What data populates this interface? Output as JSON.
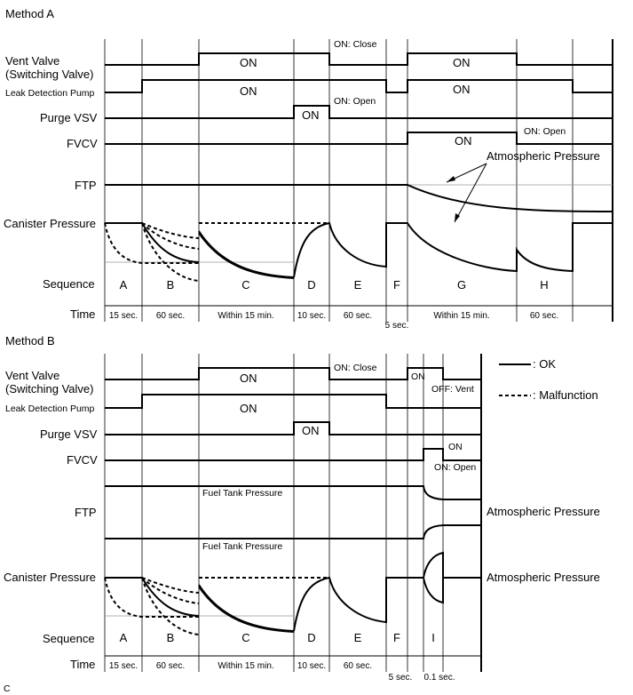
{
  "method_a": {
    "title": "Method A",
    "signals": {
      "vent_valve_1": "Vent Valve",
      "vent_valve_2": "(Switching Valve)",
      "leak_pump": "Leak Detection Pump",
      "purge_vsv": "Purge VSV",
      "fvcv": "FVCV",
      "ftp": "FTP",
      "canister": "Canister Pressure",
      "sequence": "Sequence",
      "time": "Time"
    },
    "annotations": {
      "on": "ON",
      "on_close": "ON: Close",
      "on_open": "ON: Open",
      "on_open_fvcv": "ON: Open",
      "atmospheric": "Atmospheric Pressure"
    },
    "sequence": [
      "A",
      "B",
      "C",
      "D",
      "E",
      "F",
      "G",
      "H"
    ],
    "times": [
      "15 sec.",
      "60 sec.",
      "Within 15 min.",
      "10 sec.",
      "60 sec.",
      "5 sec.",
      "Within 15 min.",
      "60 sec."
    ]
  },
  "method_b": {
    "title": "Method B",
    "signals": {
      "vent_valve_1": "Vent Valve",
      "vent_valve_2": "(Switching Valve)",
      "leak_pump": "Leak Detection Pump",
      "purge_vsv": "Purge VSV",
      "fvcv": "FVCV",
      "ftp": "FTP",
      "canister": "Canister Pressure",
      "sequence": "Sequence",
      "time": "Time"
    },
    "annotations": {
      "on": "ON",
      "on_close": "ON: Close",
      "off_vent": "OFF: Vent",
      "on_open": "ON: Open",
      "fuel_tank_pressure": "Fuel Tank Pressure",
      "atmospheric": "Atmospheric Pressure"
    },
    "sequence": [
      "A",
      "B",
      "C",
      "D",
      "E",
      "F",
      "I"
    ],
    "times": [
      "15 sec.",
      "60 sec.",
      "Within 15 min.",
      "10 sec.",
      "60 sec.",
      "5 sec.",
      "0.1 sec."
    ]
  },
  "legend": {
    "ok": ": OK",
    "malfunction": ": Malfunction"
  },
  "footer_code": "C"
}
